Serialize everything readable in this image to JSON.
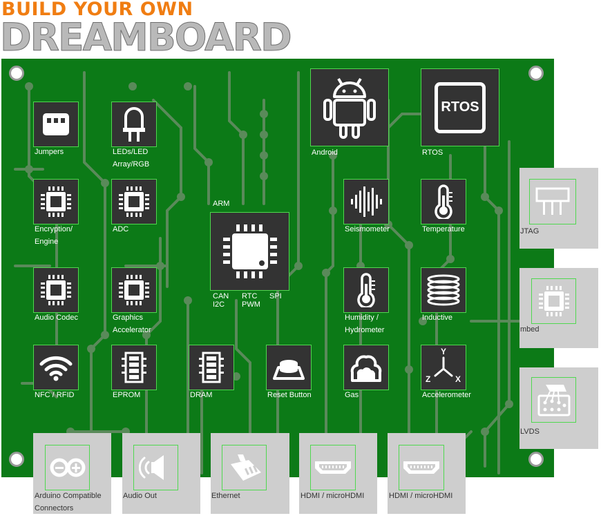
{
  "header": {
    "line1": "BUILD YOUR OWN",
    "line2": "DREAMBOARD"
  },
  "arm": {
    "title": "ARM",
    "pin_can": "CAN",
    "pin_i2c": "I2C",
    "pin_rtc": "RTC",
    "pin_pwm": "PWM",
    "pin_spi": "SPI"
  },
  "modules": {
    "jumpers": "Jumpers",
    "leds": "LEDs/LED\nArray/RGB",
    "encryption": "Encryption/\nEngine",
    "adc": "ADC",
    "audio_codec": "Audio Codec",
    "graphics": "Graphics\nAccelerator",
    "nfc": "NFC / RFID",
    "eprom": "EPROM",
    "dram": "DRAM",
    "reset": "Reset Button",
    "android": "Android",
    "rtos": "RTOS",
    "rtos_icon_text": "RTOS",
    "seismometer": "Seismometer",
    "temperature": "Temperature",
    "humidity": "Humidity /\nHydrometer",
    "inductive": "Inductive",
    "gas": "Gas",
    "accelerometer": "Accelerometer",
    "accel_y": "Y",
    "accel_z": "Z",
    "accel_x": "X"
  },
  "right_connectors": {
    "jtag": "JTAG",
    "mbed": "mbed",
    "lvds": "LVDS"
  },
  "bottom_connectors": {
    "arduino": "Arduino Compatible\nConnectors",
    "audio_out": "Audio Out",
    "ethernet": "Ethernet",
    "hdmi1": "HDMI / microHDMI",
    "hdmi2": "HDMI / microHDMI"
  },
  "colors": {
    "board": "#0c7a17",
    "module_bg": "#333333",
    "module_border": "#4fd84f",
    "connector_bg": "#cecece",
    "title_orange": "#f07d12"
  }
}
